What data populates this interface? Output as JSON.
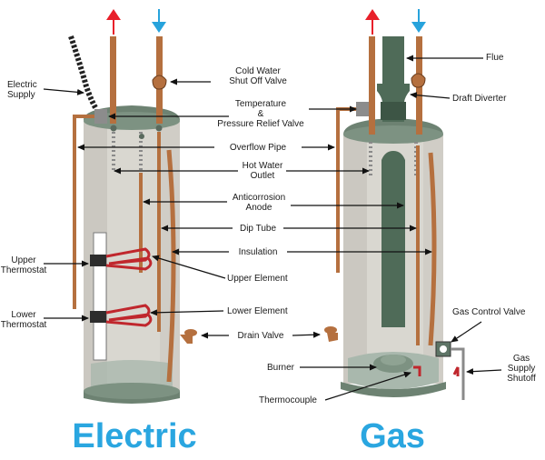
{
  "labels": {
    "electric_supply": [
      "Electric",
      "Supply"
    ],
    "cold_water": [
      "Cold Water",
      "Shut Off Valve"
    ],
    "flue": "Flue",
    "temp_pressure": [
      "Temperature",
      "&",
      "Pressure Relief Valve"
    ],
    "draft_diverter": "Draft Diverter",
    "overflow_pipe": "Overflow Pipe",
    "hot_water": [
      "Hot Water",
      "Outlet"
    ],
    "anode": [
      "Anticorrosion",
      "Anode"
    ],
    "dip_tube": "Dip Tube",
    "insulation": "Insulation",
    "upper_thermostat": [
      "Upper",
      "Thermostat"
    ],
    "upper_element": "Upper Element",
    "lower_thermostat": [
      "Lower",
      "Thermostat"
    ],
    "lower_element": "Lower Element",
    "gas_control": "Gas Control Valve",
    "drain_valve": "Drain Valve",
    "gas_supply": [
      "Gas",
      "Supply",
      "Shutoff"
    ],
    "burner": "Burner",
    "thermocouple": "Thermocouple"
  },
  "titles": {
    "electric": "Electric",
    "gas": "Gas"
  },
  "colors": {
    "hot_arrow": "#e8202a",
    "cold_arrow": "#27a3dc",
    "pipe": "#b5703f",
    "tank_body": "#d9d7d0",
    "tank_rim": "#6d8272",
    "flue": "#4f6b58",
    "title": "#2aa6e0"
  }
}
